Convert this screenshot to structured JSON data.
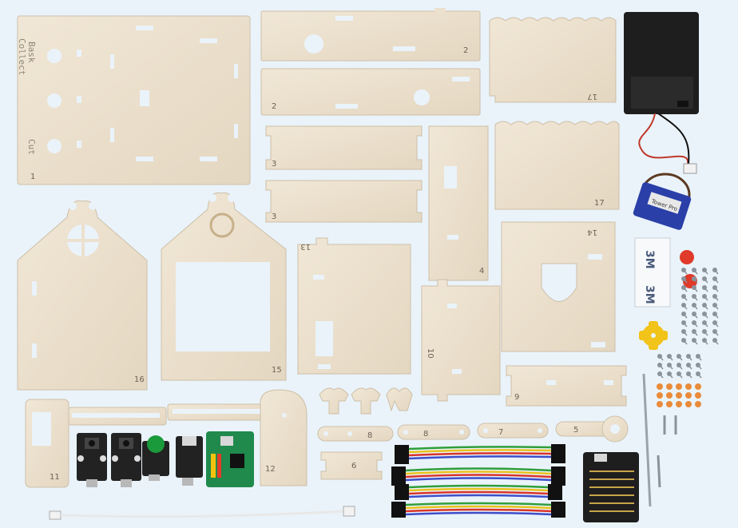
{
  "colors": {
    "background": "#eaf3fa",
    "plywood": "#ece1cf",
    "plywood_edge": "#cdbfa8",
    "battery_box": "#1e1e1e",
    "servo_blue": "#2a3fa8",
    "sensor_black": "#222222",
    "pcb_green": "#1f8a4c",
    "yellow_gear": "#f2c318",
    "red_cap": "#e03a2a",
    "orange_nut": "#e98b3a",
    "screw": "#8a939c"
  },
  "engravings": {
    "base_text_1": "Bask",
    "base_text_2": "Collect",
    "base_text_3": "Cut",
    "servo_label": "Tower Pro",
    "tape_label": "3M"
  },
  "part_numbers": {
    "p1": "1",
    "p2a": "2",
    "p2b": "2",
    "p3a": "3",
    "p3b": "3",
    "p4": "4",
    "p5": "5",
    "p6": "6",
    "p7": "7",
    "p8a": "8",
    "p8b": "8",
    "p9": "9",
    "p10": "10",
    "p11": "11",
    "p12": "12",
    "p13": "13",
    "p14": "14",
    "p15": "15",
    "p16": "16",
    "p17a": "17",
    "p17b": "17"
  },
  "wire_colors": [
    "#2f9e3a",
    "#e8c21b",
    "#d9342b",
    "#3d4ec9"
  ]
}
